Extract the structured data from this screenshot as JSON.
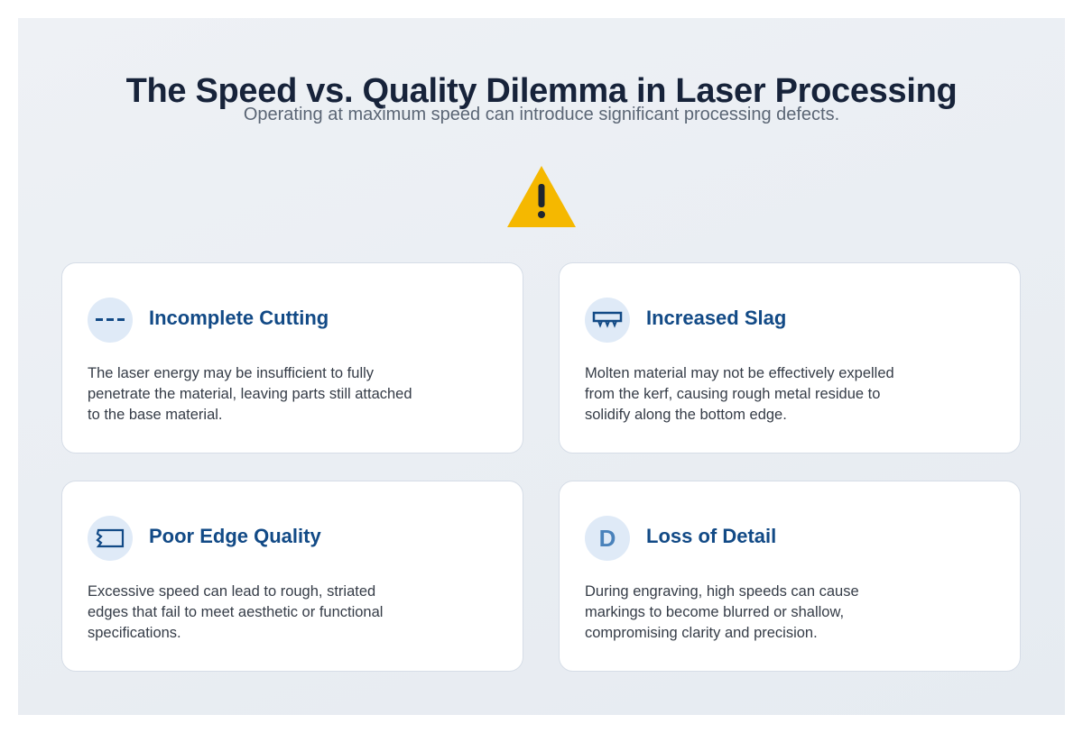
{
  "header": {
    "title": "The Speed vs. Quality Dilemma in Laser Processing",
    "subtitle": "Operating at maximum speed can introduce significant processing defects."
  },
  "warning_icon": {
    "name": "warning-triangle-icon",
    "color": "#f5b800",
    "glyph": "!"
  },
  "cards": [
    {
      "icon": "dashed-line-icon",
      "title": "Incomplete Cutting",
      "body": "The laser energy may be insufficient to fully penetrate the material, leaving parts still attached to the base material."
    },
    {
      "icon": "slag-drip-icon",
      "title": "Increased Slag",
      "body": "Molten material may not be effectively expelled from the kerf, causing rough metal residue to solidify along the bottom edge."
    },
    {
      "icon": "rough-edge-icon",
      "title": "Poor Edge Quality",
      "body": "Excessive speed can lead to rough, striated edges that fail to meet aesthetic or functional specifications."
    },
    {
      "icon": "letter-d-icon",
      "icon_letter": "D",
      "title": "Loss of Detail",
      "body": "During engraving, high speeds can cause markings to become blurred or shallow, compromising clarity and precision."
    }
  ],
  "colors": {
    "accent": "#124a86",
    "icon_bg": "#dfeaf7",
    "title": "#17233a",
    "warning": "#f5b800"
  }
}
